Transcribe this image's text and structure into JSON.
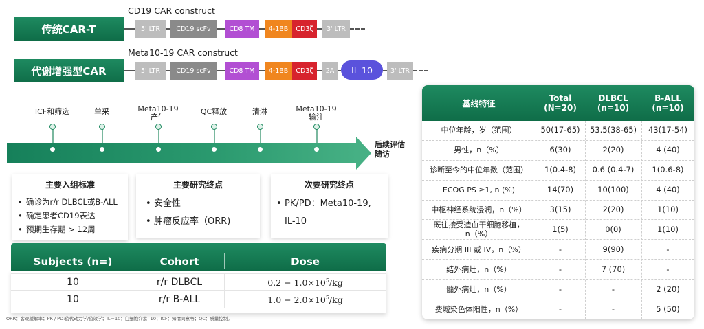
{
  "constructs": {
    "conventional": {
      "name": "传统CAR-T",
      "title": "CD19 CAR construct",
      "segments": [
        "5' LTR",
        "CD19 scFv",
        "CD8 TM",
        "4-1BB",
        "CD3ζ",
        "3' LTR"
      ]
    },
    "metabolic": {
      "name": "代谢增强型CAR",
      "title": "Meta10-19 CAR construct",
      "segments": [
        "5' LTR",
        "CD19 scFv",
        "CD8 TM",
        "4-1BB",
        "CD3ζ",
        "2A",
        "IL-10",
        "3' LTR"
      ]
    }
  },
  "timeline": {
    "steps": [
      "ICF和筛选",
      "单采",
      "Meta10-19\n产生",
      "QC释放",
      "清淋",
      "Meta10-19\n输注"
    ],
    "followup": "后续评估\n随访"
  },
  "inclusion": {
    "title": "主要入组标准",
    "items": [
      "确诊为r/r DLBCL或B-ALL",
      "确定患者CD19表达",
      "预期生存期 > 12周"
    ]
  },
  "primary": {
    "title": "主要研究终点",
    "items": [
      "安全性",
      "肿瘤反应率（ORR)"
    ]
  },
  "secondary": {
    "title": "次要研究终点",
    "items": [
      "PK/PD：Meta10-19, IL-10"
    ]
  },
  "subjects": {
    "headers": [
      "Subjects (n=)",
      "Cohort",
      "Dose"
    ],
    "rows": [
      {
        "n": "10",
        "cohort": "r/r DLBCL",
        "dose_base": "0.2 − 1.0×10",
        "dose_exp": "5",
        "dose_unit": "/kg"
      },
      {
        "n": "10",
        "cohort": "r/r B-ALL",
        "dose_base": "1.0 − 2.0×10",
        "dose_exp": "5",
        "dose_unit": "/kg"
      }
    ]
  },
  "footnote": "ORR：客观缓解率；PK / PD:药代动力学/药效学；IL－10：白细胞介素- 10；ICF：知情同意书；QC：质量控制。",
  "baseline": {
    "headers": [
      "基线特征",
      "Total\n(N=20)",
      "DLBCL\n(n=10)",
      "B-ALL\n(n=10)"
    ],
    "rows": [
      [
        "中位年龄，岁（范围）",
        "50(17-65)",
        "53.5(38-65)",
        "43(17-54)"
      ],
      [
        "男性，n（%）",
        "6(30)",
        "2(20)",
        "4 (40)"
      ],
      [
        "诊断至今的中位年数（范围）",
        "1(0.4-8)",
        "0.6 (0.4-7)",
        "1(0.6-8)"
      ],
      [
        "ECOG PS ≥1, n (%)",
        "14(70)",
        "10(100)",
        "4 (40)"
      ],
      [
        "中枢神经系统浸润，n（%）",
        "3(15)",
        "2(20)",
        "1(10)"
      ],
      [
        "既往接受造血干细胞移植，\nn（%）",
        "1(5)",
        "0(0)",
        "1(10)"
      ],
      [
        "疾病分期 III 或 IV，n（%）",
        "-",
        "9(90)",
        "-"
      ],
      [
        "结外病灶，n（%）",
        "-",
        "7  (70)",
        "-"
      ],
      [
        "髓外病灶，n（%）",
        "-",
        "-",
        "2 (20)"
      ],
      [
        "费城染色体阳性，n（%）",
        "-",
        "-",
        "5 (50)"
      ]
    ]
  },
  "colors": {
    "brand_green": "#0f6d48",
    "tm": "#b24fd3",
    "bb": "#f0861f",
    "cd3": "#d7232d",
    "il10": "#5a52dc"
  }
}
